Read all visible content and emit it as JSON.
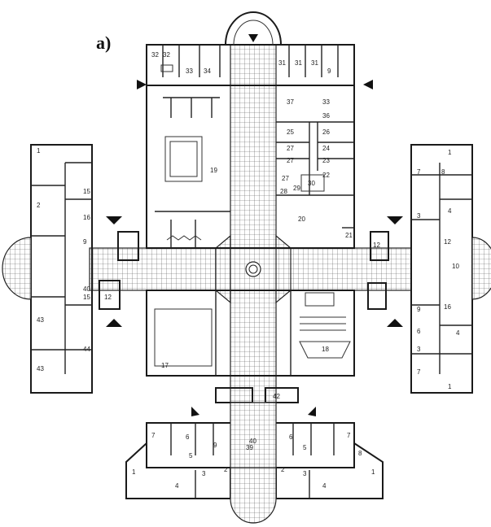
{
  "figure_label": "a)",
  "room_labels": {
    "top_wing": [
      "32",
      "32",
      "33",
      "34",
      "31",
      "31",
      "31",
      "9"
    ],
    "north_block_right": [
      "37",
      "33",
      "36",
      "25",
      "26",
      "27",
      "24",
      "27",
      "23",
      "27",
      "22",
      "28",
      "29",
      "30",
      "20",
      "21"
    ],
    "pool_hall": [
      "19"
    ],
    "west_wing": [
      "1",
      "15",
      "2",
      "16",
      "9",
      "12",
      "40",
      "15",
      "43",
      "44",
      "43"
    ],
    "east_wing": [
      "1",
      "7",
      "8",
      "4",
      "3",
      "10",
      "12",
      "9",
      "6",
      "16",
      "4",
      "3",
      "7",
      "1",
      "12"
    ],
    "south_block": [
      "17",
      "18",
      "39",
      "42"
    ],
    "bottom_wing": [
      "7",
      "6",
      "6",
      "7",
      "9",
      "5",
      "40",
      "5",
      "8",
      "3",
      "2",
      "2",
      "3",
      "1",
      "1",
      "4",
      "4"
    ]
  },
  "colors": {
    "line": "#1a1a1a",
    "paper": "#ffffff"
  }
}
